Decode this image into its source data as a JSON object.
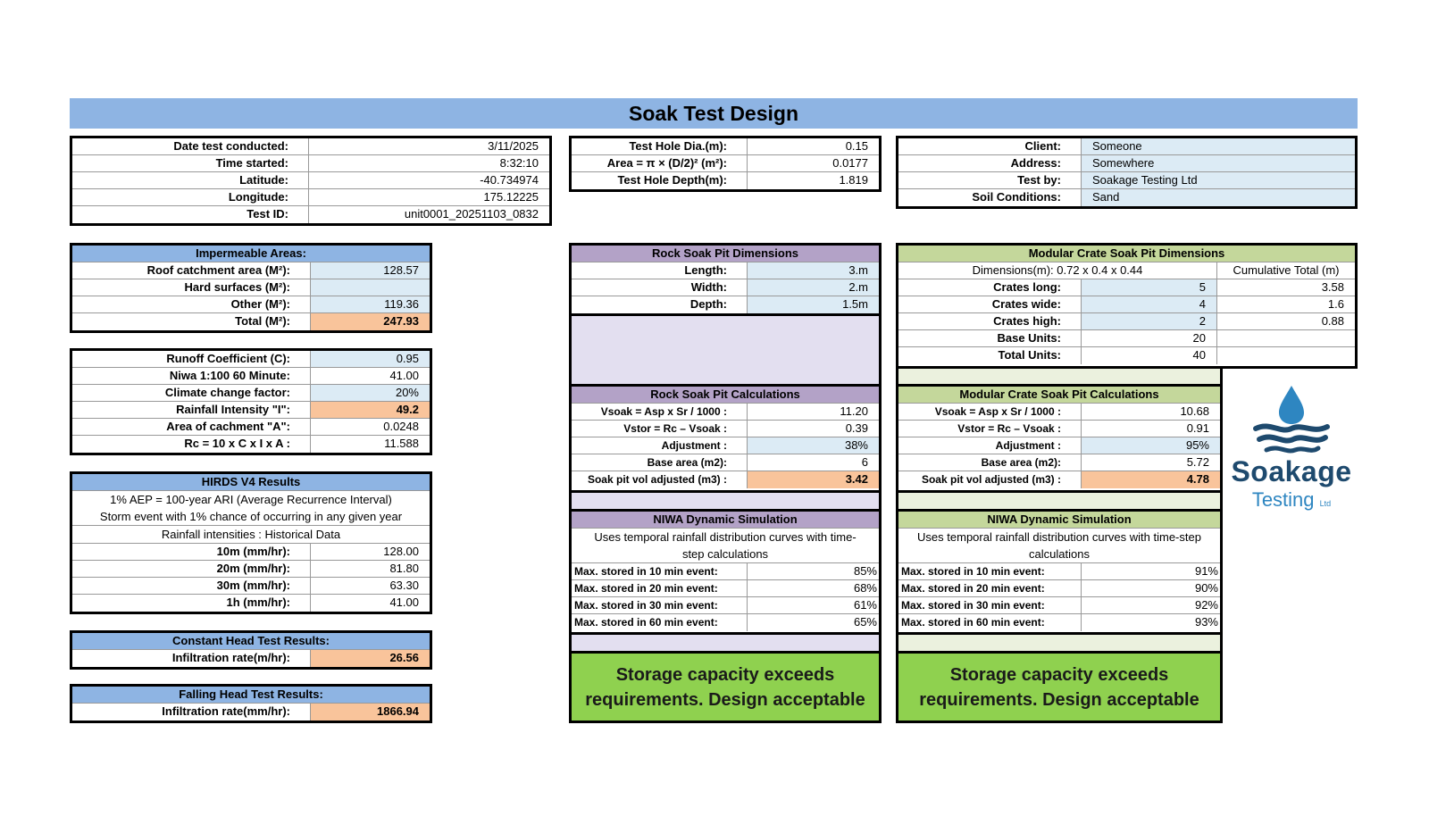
{
  "title": "Soak Test Design",
  "test_info": [
    {
      "label": "Date test conducted:",
      "value": "3/11/2025"
    },
    {
      "label": "Time started:",
      "value": "8:32:10"
    },
    {
      "label": "Latitude:",
      "value": "-40.734974"
    },
    {
      "label": "Longitude:",
      "value": "175.12225"
    },
    {
      "label": "Test ID:",
      "value": "unit0001_20251103_0832"
    }
  ],
  "hole_info": [
    {
      "label": "Test Hole Dia.(m):",
      "value": "0.15"
    },
    {
      "label": "Area = π × (D/2)² (m²):",
      "value": "0.0177"
    },
    {
      "label": "Test Hole Depth(m):",
      "value": "1.819"
    }
  ],
  "client_info": [
    {
      "label": "Client:",
      "value": "Someone"
    },
    {
      "label": "Address:",
      "value": "Somewhere"
    },
    {
      "label": "Test by:",
      "value": "Soakage Testing Ltd"
    },
    {
      "label": "Soil Conditions:",
      "value": "Sand"
    }
  ],
  "impermeable": {
    "header": "Impermeable Areas:",
    "rows": [
      {
        "label": "Roof catchment area (M²):",
        "value": "128.57"
      },
      {
        "label": "Hard surfaces (M²):",
        "value": ""
      },
      {
        "label": "Other (M²):",
        "value": "119.36"
      },
      {
        "label": "Total (M²):",
        "value": "247.93"
      }
    ]
  },
  "runoff": [
    {
      "label": "Runoff Coefficient (C):",
      "value": "0.95"
    },
    {
      "label": "Niwa 1:100 60 Minute:",
      "value": "41.00"
    },
    {
      "label": "Climate change factor:",
      "value": "20%"
    },
    {
      "label": "Rainfall Intensity \"I\":",
      "value": "49.2"
    },
    {
      "label": "Area of cachment \"A\":",
      "value": "0.0248"
    },
    {
      "label": "Rc = 10 x C x I x A :",
      "value": "11.588"
    }
  ],
  "hirds": {
    "header": "HIRDS V4 Results",
    "line1": "1% AEP = 100-year ARI (Average Recurrence Interval)",
    "line2": "Storm event with 1% chance of occurring in any given year",
    "line3": "Rainfall intensities : Historical Data",
    "rows": [
      {
        "label": "10m (mm/hr):",
        "value": "128.00"
      },
      {
        "label": "20m (mm/hr):",
        "value": "81.80"
      },
      {
        "label": "30m (mm/hr):",
        "value": "63.30"
      },
      {
        "label": "1h (mm/hr):",
        "value": "41.00"
      }
    ]
  },
  "constant_head": {
    "header": "Constant Head Test Results:",
    "label": "Infiltration rate(m/hr):",
    "value": "26.56"
  },
  "falling_head": {
    "header": "Falling Head Test Results:",
    "label": "Infiltration rate(mm/hr):",
    "value": "1866.94"
  },
  "rock_dims": {
    "header": "Rock Soak Pit Dimensions",
    "rows": [
      {
        "label": "Length:",
        "value": "3.m"
      },
      {
        "label": "Width:",
        "value": "2.m"
      },
      {
        "label": "Depth:",
        "value": "1.5m"
      }
    ]
  },
  "rock_calc": {
    "header": "Rock Soak Pit Calculations",
    "rows": [
      {
        "label": "Vsoak = Asp x Sr / 1000 :",
        "value": "11.20"
      },
      {
        "label": "Vstor = Rc – Vsoak :",
        "value": "0.39"
      },
      {
        "label": "Adjustment :",
        "value": "38%"
      },
      {
        "label": "Base area (m2):",
        "value": "6"
      },
      {
        "label": "Soak pit vol adjusted (m3) :",
        "value": "3.42"
      }
    ]
  },
  "rock_niwa": {
    "header": "NIWA Dynamic Simulation",
    "note1": "Uses temporal rainfall distribution curves with time-",
    "note2": "step calculations",
    "rows": [
      {
        "label": "Max. stored in 10 min event:",
        "value": "85%"
      },
      {
        "label": "Max. stored in 20 min event:",
        "value": "68%"
      },
      {
        "label": "Max. stored in 30 min event:",
        "value": "61%"
      },
      {
        "label": "Max. stored in 60 min event:",
        "value": "65%"
      }
    ],
    "verdict1": "Storage capacity exceeds",
    "verdict2": "requirements. Design acceptable"
  },
  "crate_dims": {
    "header": "Modular Crate Soak Pit Dimensions",
    "dim_label": "Dimensions(m): 0.72 x 0.4 x 0.44",
    "cum_label": "Cumulative Total (m)",
    "rows": [
      {
        "label": "Crates long:",
        "value": "5",
        "cum": "3.58"
      },
      {
        "label": "Crates wide:",
        "value": "4",
        "cum": "1.6"
      },
      {
        "label": "Crates high:",
        "value": "2",
        "cum": "0.88"
      },
      {
        "label": "Base Units:",
        "value": "20",
        "cum": ""
      },
      {
        "label": "Total Units:",
        "value": "40",
        "cum": ""
      }
    ]
  },
  "crate_calc": {
    "header": "Modular Crate Soak Pit Calculations",
    "rows": [
      {
        "label": "Vsoak = Asp x Sr / 1000 :",
        "value": "10.68"
      },
      {
        "label": "Vstor = Rc – Vsoak :",
        "value": "0.91"
      },
      {
        "label": "Adjustment :",
        "value": "95%"
      },
      {
        "label": "Base area (m2):",
        "value": "5.72"
      },
      {
        "label": "Soak pit vol adjusted (m3) :",
        "value": "4.78"
      }
    ]
  },
  "crate_niwa": {
    "header": "NIWA Dynamic Simulation",
    "note1": "Uses temporal rainfall distribution curves with time-step",
    "note2": "calculations",
    "rows": [
      {
        "label": "Max. stored in 10 min event:",
        "value": "91%"
      },
      {
        "label": "Max. stored in 20 min event:",
        "value": "90%"
      },
      {
        "label": "Max. stored in 30 min event:",
        "value": "92%"
      },
      {
        "label": "Max. stored in 60 min event:",
        "value": "93%"
      }
    ],
    "verdict1": "Storage capacity exceeds",
    "verdict2": "requirements. Design acceptable"
  },
  "logo": {
    "name": "Soakage",
    "sub": "Testing",
    "ltd": "Ltd",
    "icon": "water-drop-waves-icon"
  }
}
